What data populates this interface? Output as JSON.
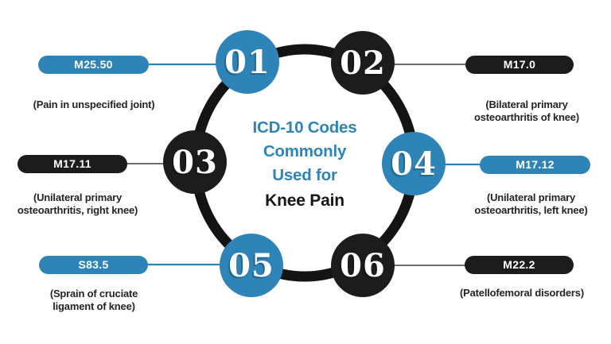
{
  "infographic": {
    "center_title": {
      "lines_accent": [
        "ICD-10 Codes",
        "Commonly",
        "Used for"
      ],
      "line_main": "Knee Pain"
    },
    "colors": {
      "accent_blue": "#2E84B6",
      "node_black": "#1C1C1C",
      "ring_black": "#141414",
      "line_dark": "#3A3A3A",
      "text_dark": "#242424",
      "pill_text": "#FFFFFF",
      "background": "#FFFFFF"
    },
    "items": [
      {
        "number": "01",
        "code": "M25.50",
        "description": "(Pain in unspecified joint)",
        "color": "blue",
        "side": "left"
      },
      {
        "number": "02",
        "code": "M17.0",
        "description": "(Bilateral primary osteoarthritis of knee)",
        "color": "black",
        "side": "right"
      },
      {
        "number": "03",
        "code": "M17.11",
        "description": "(Unilateral primary osteoarthritis, right knee)",
        "color": "black",
        "side": "left"
      },
      {
        "number": "04",
        "code": "M17.12",
        "description": "(Unilateral primary osteoarthritis, left knee)",
        "color": "blue",
        "side": "right"
      },
      {
        "number": "05",
        "code": "S83.5",
        "description": "(Sprain of cruciate ligament of knee)",
        "color": "blue",
        "side": "left"
      },
      {
        "number": "06",
        "code": "M22.2",
        "description": "(Patellofemoral disorders)",
        "color": "black",
        "side": "right"
      }
    ]
  }
}
